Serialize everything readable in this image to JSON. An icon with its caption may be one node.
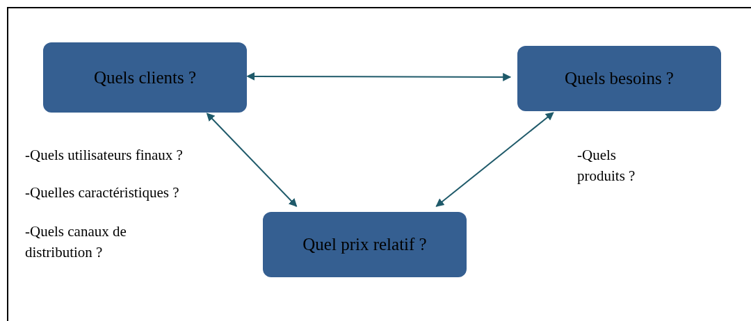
{
  "diagram": {
    "nodes": [
      {
        "text": [
          "Quels clients ?"
        ]
      },
      {
        "text": [
          "Quels besoins ?"
        ]
      },
      {
        "text": [
          "Quel prix relatif ?"
        ]
      }
    ],
    "edges": [
      {
        "from": 0,
        "to": 1,
        "arrow": "both"
      },
      {
        "from": 0,
        "to": 2,
        "arrow": "both"
      },
      {
        "from": 1,
        "to": 2,
        "arrow": "both"
      }
    ],
    "labels": [
      "-Quels utilisateurs finaux ?",
      "-Quelles caractéristiques ?",
      "-Quels canaux de distribution ?",
      "-Quels produits ?"
    ]
  }
}
